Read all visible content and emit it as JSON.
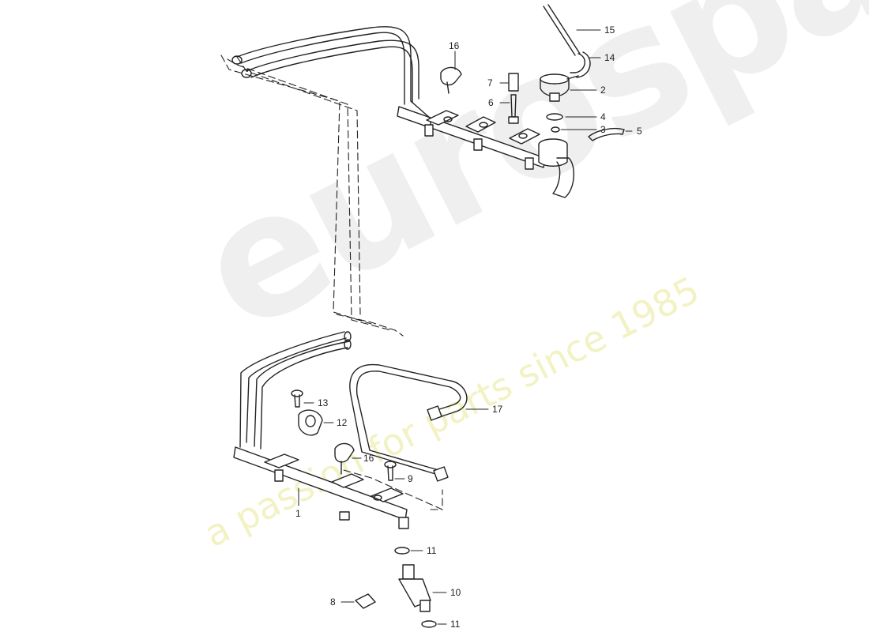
{
  "watermark": {
    "brand": "eurospares",
    "tagline": "a passion for parts since 1985"
  },
  "colors": {
    "line": "#222222",
    "fill": "#ffffff",
    "watermark_brand": "#efefef",
    "watermark_tagline": "#f2f2c4"
  },
  "callouts": {
    "c1": "1",
    "c2": "2",
    "c3": "3",
    "c4": "4",
    "c5": "5",
    "c6": "6",
    "c7": "7",
    "c8": "8",
    "c9": "9",
    "c10": "10",
    "c11a": "11",
    "c11b": "11",
    "c12": "12",
    "c13": "13",
    "c14": "14",
    "c15": "15",
    "c16a": "16",
    "c16b": "16",
    "c17": "17"
  }
}
